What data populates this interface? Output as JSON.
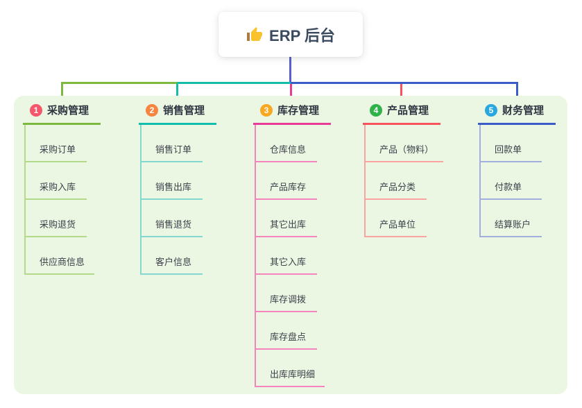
{
  "root": {
    "label": "ERP 后台",
    "icon": "thumbs-up-icon",
    "line_color": "#5560cd"
  },
  "panel": {
    "bg": "#ebf6e3"
  },
  "branches": [
    {
      "badge": "1",
      "label": "采购管理",
      "color": "#7cb93f",
      "light_color": "#b3da8a",
      "badge_color": "#f7566b",
      "children": [
        "采购订单",
        "采购入库",
        "采购退货",
        "供应商信息"
      ]
    },
    {
      "badge": "2",
      "label": "销售管理",
      "color": "#14bcab",
      "light_color": "#82d8cc",
      "badge_color": "#f68540",
      "children": [
        "销售订单",
        "销售出库",
        "销售退货",
        "客户信息"
      ]
    },
    {
      "badge": "3",
      "label": "库存管理",
      "color": "#ea3a97",
      "light_color": "#f584bd",
      "badge_color": "#f8a821",
      "children": [
        "仓库信息",
        "产品库存",
        "其它出库",
        "其它入库",
        "库存调拨",
        "库存盘点",
        "出库库明细"
      ]
    },
    {
      "badge": "4",
      "label": "产品管理",
      "color": "#f8525d",
      "light_color": "#fba3a0",
      "badge_color": "#2fb349",
      "children": [
        "产品（物料）",
        "产品分类",
        "产品单位"
      ]
    },
    {
      "badge": "5",
      "label": "财务管理",
      "color": "#3a5cc8",
      "light_color": "#a2aede",
      "badge_color": "#28a7e0",
      "children": [
        "回款单",
        "付款单",
        "结算账户"
      ]
    }
  ]
}
